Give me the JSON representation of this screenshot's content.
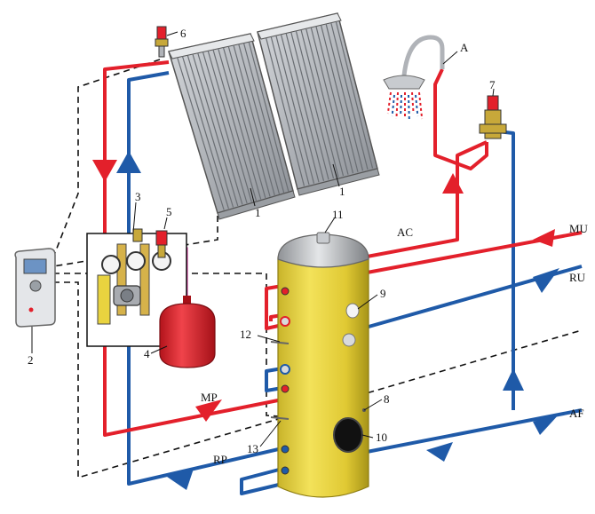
{
  "callouts": {
    "c1a": "1",
    "c1b": "1",
    "c2": "2",
    "c3": "3",
    "c4": "4",
    "c5": "5",
    "c6": "6",
    "c7": "7",
    "c8": "8",
    "c9": "9",
    "c10": "10",
    "c11": "11",
    "c12": "12",
    "c13": "13",
    "cA": "A"
  },
  "pipe_labels": {
    "ac": "AC",
    "mu": "MU",
    "ru": "RU",
    "af": "AF",
    "mp": "MP",
    "rp": "RP"
  },
  "colors": {
    "hot": "#e3202b",
    "cold": "#1f5aa8",
    "tank": "#e9d33f",
    "tank_dark": "#b9a21e",
    "vessel": "#e11f26",
    "link": "#cc1f8f",
    "panel_frame": "#6d6d6d",
    "panel_glass": "#a6aab0"
  }
}
